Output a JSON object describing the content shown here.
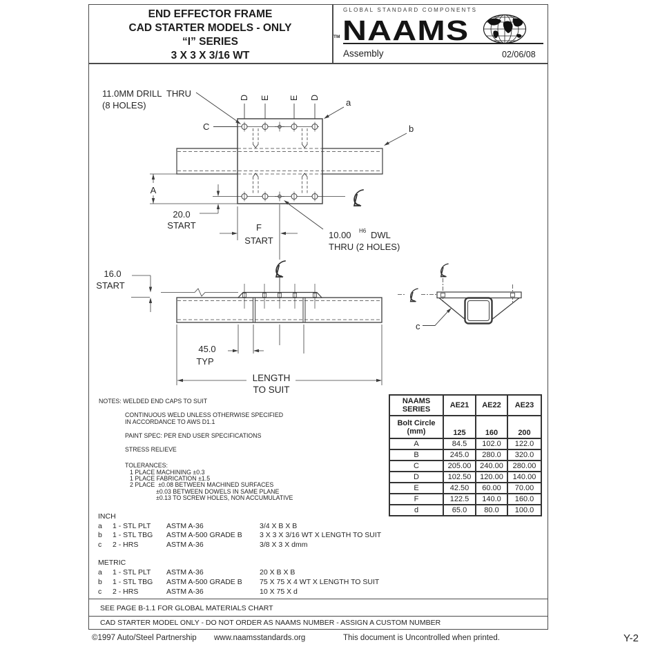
{
  "header": {
    "title_lines": [
      "END EFFECTOR FRAME",
      "CAD STARTER MODELS - ONLY",
      "“I” SERIES",
      "3 X 3 X 3/16 WT"
    ],
    "brand": {
      "tagline": "GLOBAL STANDARD COMPONENTS",
      "tm": "TM",
      "logo_text": "NAAMS",
      "globe_icon": "globe-icon"
    },
    "subtitle": "Assembly",
    "date": "02/06/08"
  },
  "drawing": {
    "drill_note_line1": "11.0MM DRILL  THRU",
    "drill_note_line2": "(8 HOLES)",
    "hole_labels": [
      "D",
      "E",
      "E",
      "D"
    ],
    "label_C": "C",
    "label_a": "a",
    "label_b": "b",
    "label_c": "c",
    "dim_A": "A",
    "dim_20": "20.0",
    "start": "START",
    "dim_F": "F",
    "dowel_value": "10.00",
    "dowel_sup": "H6",
    "dowel_word": "DWL",
    "dowel_line2": "THRU (2 HOLES)",
    "dim_16": "16.0",
    "dim_45": "45.0",
    "typ": "TYP",
    "length_line1": "LENGTH",
    "length_line2": "TO SUIT",
    "centerline_symbol": "centerline-CL"
  },
  "table": {
    "series_label_1": "NAAMS",
    "series_label_2": "SERIES",
    "columns": [
      "AE21",
      "AE22",
      "AE23"
    ],
    "bolt_label_1": "Bolt Circle",
    "bolt_label_2": "(mm)",
    "bolt_values": [
      "125",
      "160",
      "200"
    ],
    "rows": [
      {
        "label": "A",
        "values": [
          "84.5",
          "102.0",
          "122.0"
        ]
      },
      {
        "label": "B",
        "values": [
          "245.0",
          "280.0",
          "320.0"
        ]
      },
      {
        "label": "C",
        "values": [
          "205.00",
          "240.00",
          "280.00"
        ]
      },
      {
        "label": "D",
        "values": [
          "102.50",
          "120.00",
          "140.00"
        ]
      },
      {
        "label": "E",
        "values": [
          "42.50",
          "60.00",
          "70.00"
        ]
      },
      {
        "label": "F",
        "values": [
          "122.5",
          "140.0",
          "160.0"
        ]
      },
      {
        "label": "d",
        "values": [
          "65.0",
          "80.0",
          "100.0"
        ]
      }
    ]
  },
  "notes": {
    "title": "NOTES: WELDED END CAPS TO SUIT",
    "lines": [
      "CONTINUOUS WELD UNLESS OTHERWISE SPECIFIED",
      "IN ACCORDANCE TO AWS D1.1",
      "PAINT SPEC: PER END USER SPECIFICATIONS",
      "STRESS RELIEVE",
      "TOLERANCES:",
      "1 PLACE MACHINING ±0.3",
      "1 PLACE FABRICATION ±1.5",
      "2 PLACE  ±0.08 BETWEEN MACHINED SURFACES",
      "±0.03 BETWEEN DOWELS IN SAME PLANE",
      "±0.13 TO SCREW HOLES, NON ACCUMULATIVE"
    ]
  },
  "materials": {
    "inch": {
      "title": "INCH",
      "rows": [
        {
          "id": "a",
          "qty": "1 - STL PLT",
          "spec": "ASTM A-36",
          "size": "3/4 X B X B"
        },
        {
          "id": "b",
          "qty": "1 - STL TBG",
          "spec": "ASTM A-500 GRADE B",
          "size": "3 X 3 X 3/16 WT X LENGTH TO SUIT"
        },
        {
          "id": "c",
          "qty": "2 - HRS",
          "spec": "ASTM A-36",
          "size": "3/8 X 3 X dmm"
        }
      ]
    },
    "metric": {
      "title": "METRIC",
      "rows": [
        {
          "id": "a",
          "qty": "1 - STL PLT",
          "spec": "ASTM A-36",
          "size": "20 X B X B"
        },
        {
          "id": "b",
          "qty": "1 - STL TBG",
          "spec": "ASTM A-500 GRADE B",
          "size": "75 X 75 X 4 WT X LENGTH TO SUIT"
        },
        {
          "id": "c",
          "qty": "2 - HRS",
          "spec": "ASTM A-36",
          "size": "10 X 75 X d"
        }
      ]
    }
  },
  "bottom_notes": {
    "see_page": "SEE PAGE B-1.1 FOR GLOBAL MATERIALS CHART",
    "cad_note": "CAD STARTER MODEL ONLY - DO NOT ORDER AS NAAMS NUMBER - ASSIGN A CUSTOM NUMBER"
  },
  "footer": {
    "copyright": "©1997 Auto/Steel Partnership",
    "url": "www.naamsstandards.org",
    "notice": "This document is Uncontrolled when printed.",
    "page": "Y-2"
  },
  "colors": {
    "line": "#3c3c3c",
    "text": "#262626",
    "border": "#4a4a4a"
  }
}
